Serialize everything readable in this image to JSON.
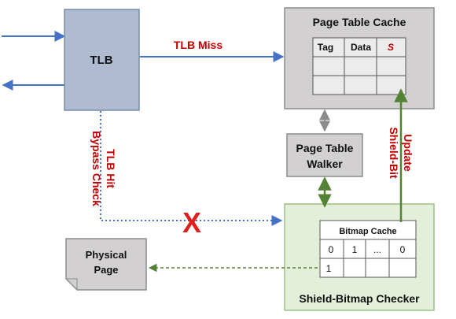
{
  "tlb": {
    "label": "TLB"
  },
  "page_table_cache": {
    "title": "Page Table Cache",
    "headers": [
      "Tag",
      "Data",
      "S"
    ]
  },
  "page_table_walker": {
    "line1": "Page Table",
    "line2": "Walker"
  },
  "shield_bitmap_checker": {
    "title": "Shield-Bitmap Checker",
    "bitmap_cache": {
      "title": "Bitmap Cache",
      "row1": [
        "0",
        "1",
        "...",
        "0"
      ],
      "row2": [
        "1",
        "",
        "",
        ""
      ]
    }
  },
  "physical_page": {
    "line1": "Physical",
    "line2": "Page"
  },
  "labels": {
    "tlb_miss": "TLB Miss",
    "tlb_hit": "TLB Hit",
    "bypass_check": "Bypass Check",
    "update": "Update",
    "shield_bit": "Shield-Bit",
    "blocked_mark": "X"
  },
  "colors": {
    "tlb_fill": "#aebbd0",
    "gray_fill": "#d2d0d0",
    "green_fill": "#e3efd9",
    "blue_arrow": "#4472c4",
    "green_arrow": "#548235",
    "label_red": "#c00000",
    "x_red": "#e0201c"
  }
}
